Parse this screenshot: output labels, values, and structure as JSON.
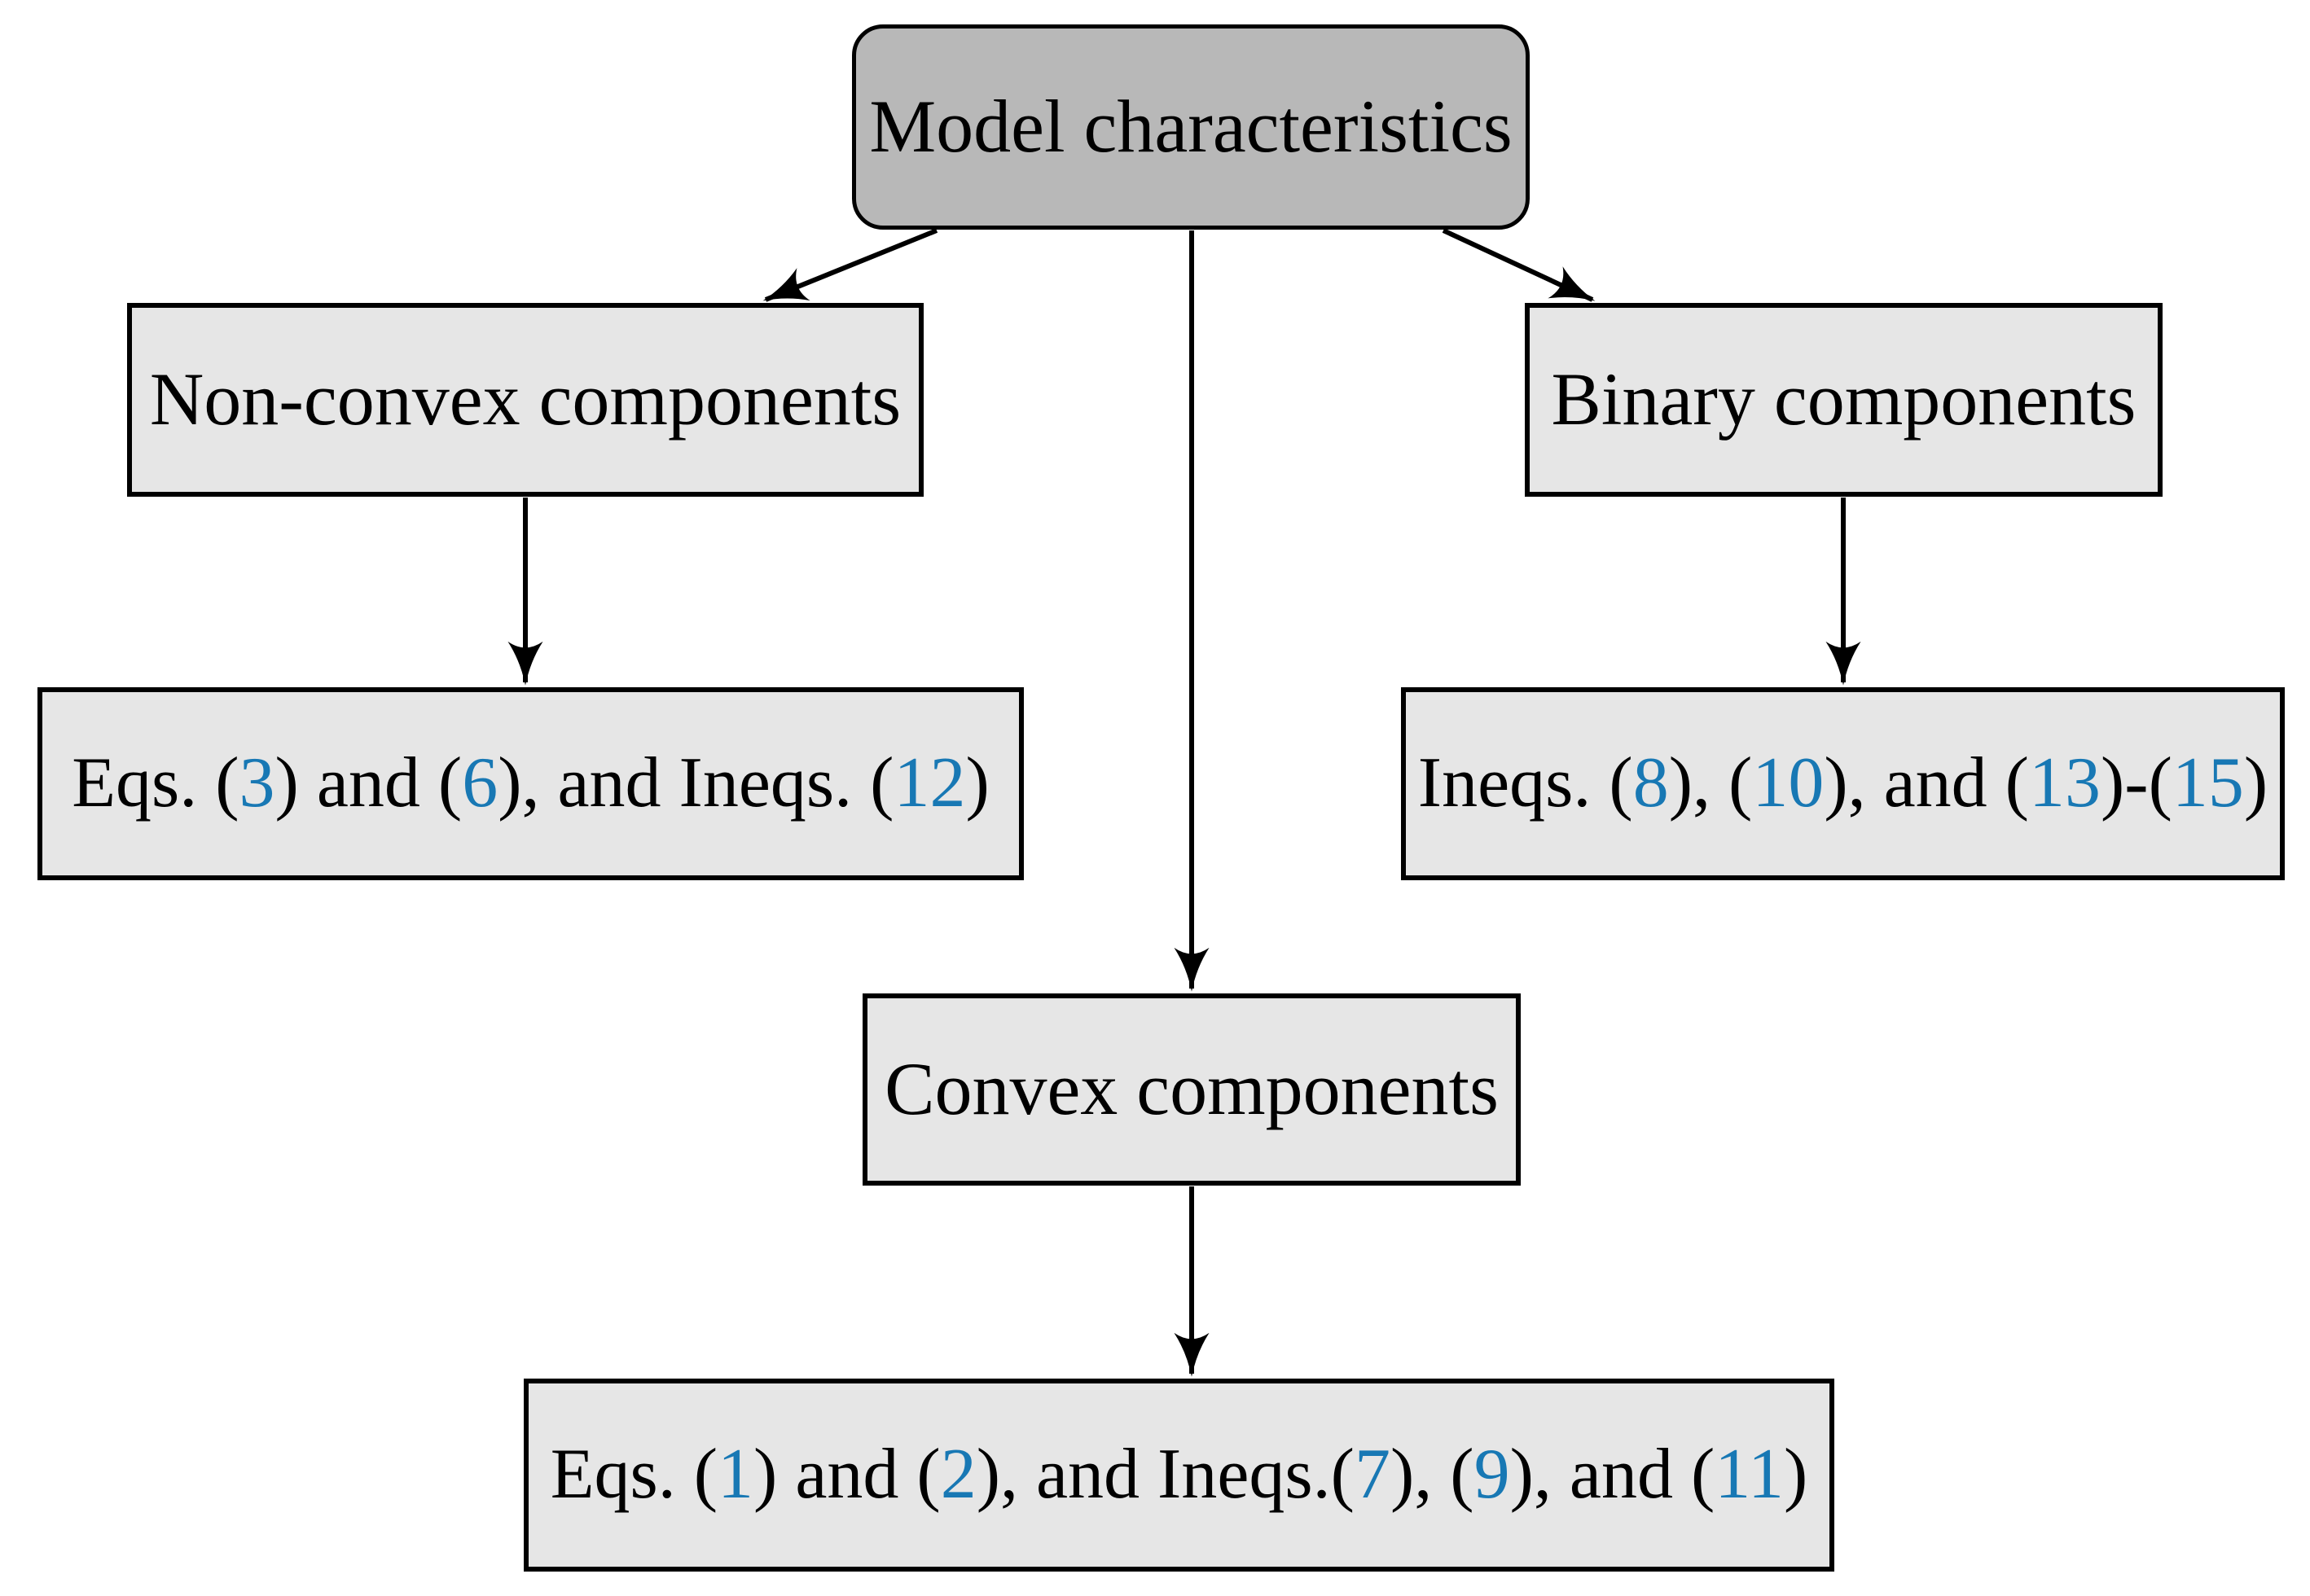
{
  "diagram": {
    "colors": {
      "background": "#ffffff",
      "border": "#000000",
      "text": "#000000",
      "root_fill": "#b8b8b8",
      "node_fill": "#e6e6e6",
      "blue": "#1878b4"
    },
    "nodes": {
      "root": {
        "label": "Model characteristics"
      },
      "nonconvex": {
        "label": "Non-convex components"
      },
      "binary": {
        "label": "Binary components"
      },
      "convex": {
        "label": "Convex components"
      },
      "nonconvex_refs": {
        "segments": [
          {
            "t": "Eqs. (",
            "c": "text"
          },
          {
            "t": "3",
            "c": "blue"
          },
          {
            "t": ") and (",
            "c": "text"
          },
          {
            "t": "6",
            "c": "blue"
          },
          {
            "t": "), and Ineqs. (",
            "c": "text"
          },
          {
            "t": "12",
            "c": "blue"
          },
          {
            "t": ")",
            "c": "text"
          }
        ]
      },
      "binary_refs": {
        "segments": [
          {
            "t": "Ineqs. (",
            "c": "text"
          },
          {
            "t": "8",
            "c": "blue"
          },
          {
            "t": "), (",
            "c": "text"
          },
          {
            "t": "10",
            "c": "blue"
          },
          {
            "t": "), and (",
            "c": "text"
          },
          {
            "t": "13",
            "c": "blue"
          },
          {
            "t": ")-(",
            "c": "text"
          },
          {
            "t": "15",
            "c": "blue"
          },
          {
            "t": ")",
            "c": "text"
          }
        ]
      },
      "convex_refs": {
        "segments": [
          {
            "t": "Eqs. (",
            "c": "text"
          },
          {
            "t": "1",
            "c": "blue"
          },
          {
            "t": ") and (",
            "c": "text"
          },
          {
            "t": "2",
            "c": "blue"
          },
          {
            "t": "), and Ineqs.(",
            "c": "text"
          },
          {
            "t": "7",
            "c": "blue"
          },
          {
            "t": "), (",
            "c": "text"
          },
          {
            "t": "9",
            "c": "blue"
          },
          {
            "t": "), and (",
            "c": "text"
          },
          {
            "t": "11",
            "c": "blue"
          },
          {
            "t": ")",
            "c": "text"
          }
        ]
      }
    }
  }
}
